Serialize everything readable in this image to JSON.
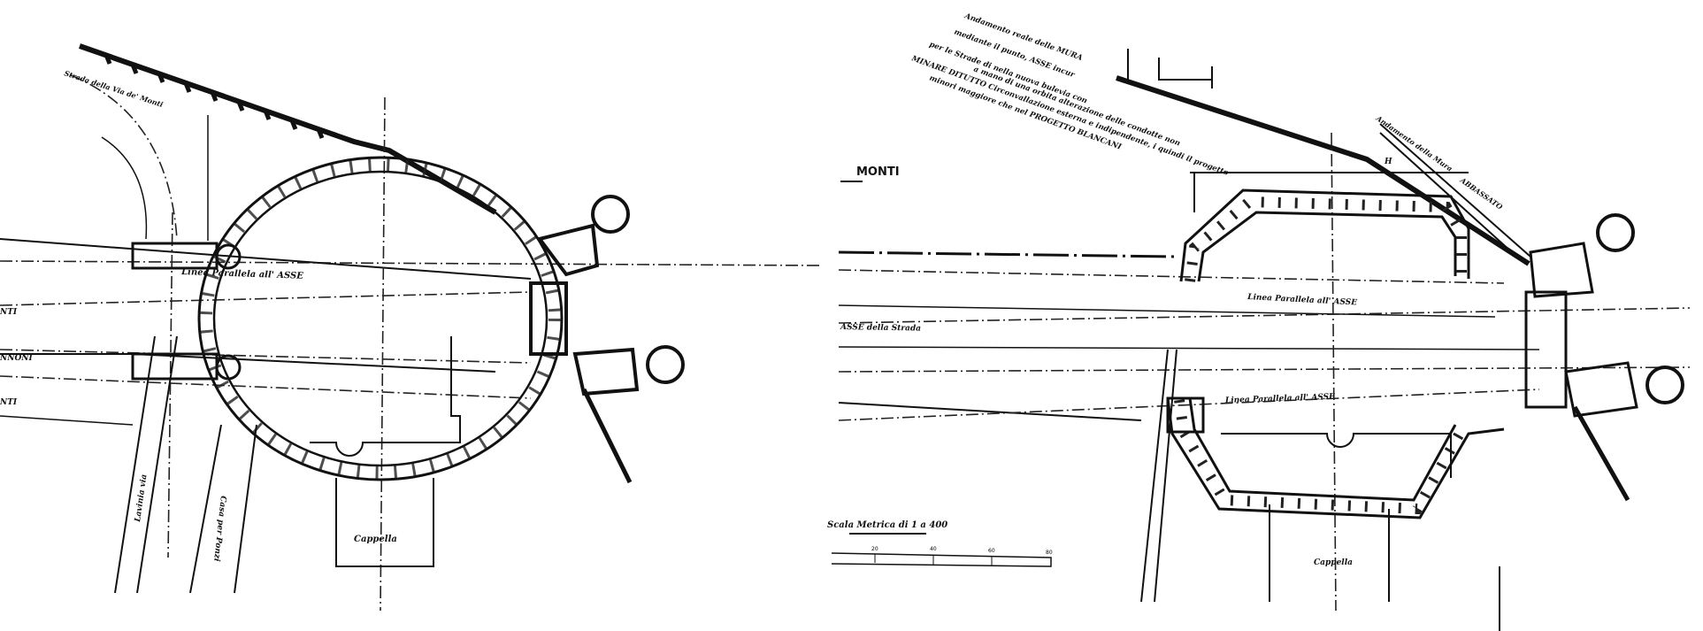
{
  "left_plan": {
    "labels": {
      "parallel_line": "Linea Parallela all' ASSE",
      "chapel": "Cappella",
      "street_vertical_1": "Lavinia via",
      "street_vertical_2": "Casa per Ponzi",
      "monti_top": "NTI",
      "monti_bottom": "NTI",
      "street_left": "NNONI",
      "top_road": "Strada della Via de' Monti"
    }
  },
  "right_plan": {
    "labels": {
      "monti": "MONTI",
      "axis": "ASSE della Strada",
      "parallel_line_top": "Linea Parallela all' ASSE",
      "parallel_line_bottom": "Linea Parallela all' ASSE",
      "chapel": "Cappella",
      "wall_note": "Andamento della Mura",
      "wall_note_2": "ABBASSATO",
      "letter_h": "H",
      "annotation_lines": [
        "Andamento reale delle MURA",
        "mediante il punto, ASSE incur",
        "per le Strade di  nella nuova bulevia con",
        "MINARE DITUTTO  Circonvallazione esterna e indipendente, i quindi il progetto",
        "a mano di una orbita alterazione delle condotte non",
        "minori maggiore che nel PROGETTO BLANCANI"
      ],
      "scale_title": "Scala Metrica di 1 a 400",
      "scale_ticks": [
        "20",
        "40",
        "60",
        "80"
      ]
    }
  }
}
